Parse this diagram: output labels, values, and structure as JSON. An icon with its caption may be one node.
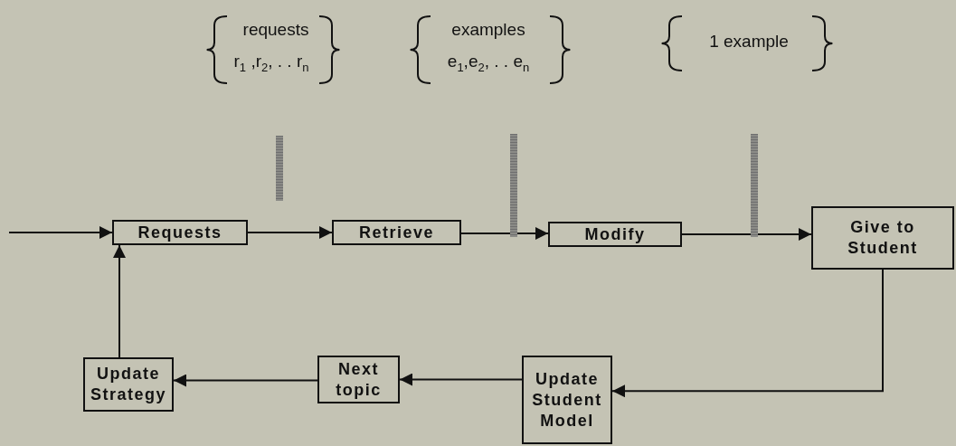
{
  "diagram": {
    "nodes": [
      {
        "text": [
          "Requests"
        ]
      },
      {
        "text": [
          "Retrieve"
        ]
      },
      {
        "text": [
          "Modify"
        ]
      },
      {
        "text": [
          "Give to Student"
        ]
      },
      {
        "text": [
          "Update Student Model"
        ]
      },
      {
        "text": [
          "Next topic"
        ]
      },
      {
        "text": [
          "Update Strategy"
        ]
      }
    ],
    "edges": [
      {
        "from": null,
        "to": 0,
        "arrow": "to"
      },
      {
        "from": 0,
        "to": 1,
        "arrow": "to"
      },
      {
        "from": 1,
        "to": 2,
        "arrow": "to"
      },
      {
        "from": 2,
        "to": 3,
        "arrow": "to"
      },
      {
        "from": 3,
        "to": 4,
        "arrow": "to"
      },
      {
        "from": 4,
        "to": 5,
        "arrow": "to"
      },
      {
        "from": 5,
        "to": 6,
        "arrow": "to"
      },
      {
        "from": 6,
        "to": 0,
        "arrow": "to"
      }
    ],
    "labels": [
      "requests",
      "r$_{1}$ ,r$_{2}$, . . r$_{n}$",
      "examples",
      "e$_{1}$,e$_{2}$, . . e$_{n}$",
      "1 example"
    ]
  }
}
